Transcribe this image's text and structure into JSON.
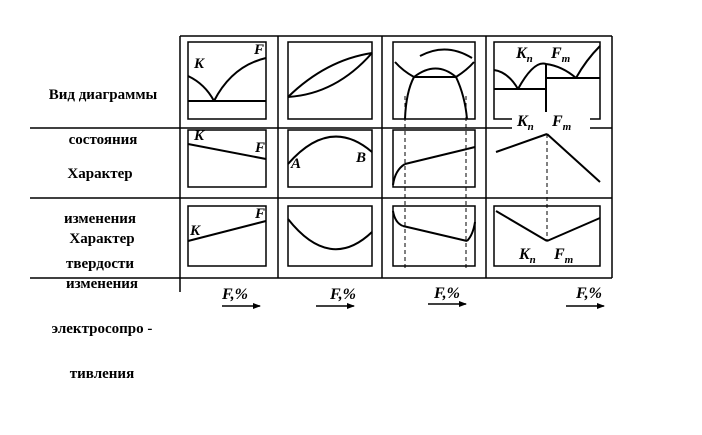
{
  "rows": [
    {
      "label_lines": [
        "Вид диаграммы",
        "состояния"
      ]
    },
    {
      "label_lines": [
        "Характер",
        "изменения",
        "твердости"
      ]
    },
    {
      "label_lines": [
        "Характер",
        "изменения",
        "электросопро -",
        "тивления"
      ]
    }
  ],
  "cell_labels": {
    "k": "K",
    "f": "F",
    "a": "A",
    "b": "B",
    "kn_base": "K",
    "kn_sub": "n",
    "fm_base": "F",
    "fm_sub": "m"
  },
  "axis_label": "F,%",
  "column_count": 4
}
